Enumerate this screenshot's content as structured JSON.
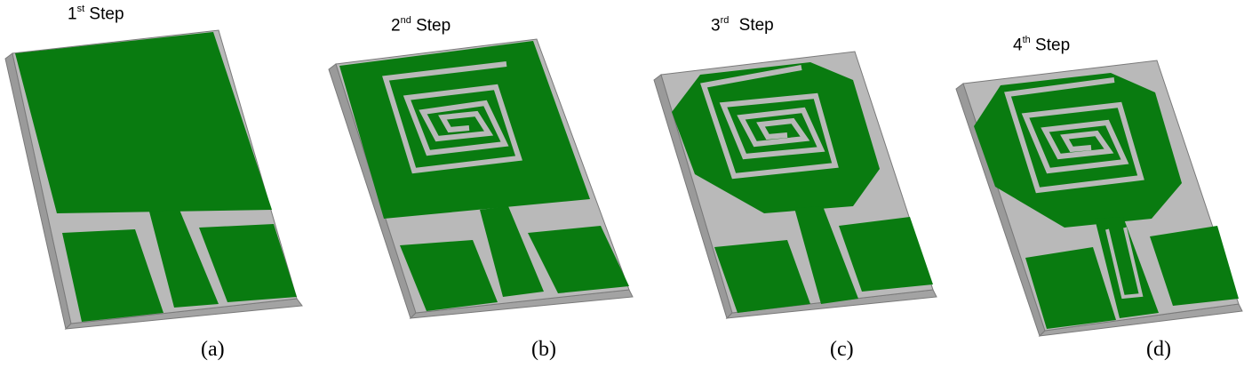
{
  "panels": [
    {
      "step_num": "1",
      "step_suffix": "st",
      "step_word": "Step",
      "caption": "(a)"
    },
    {
      "step_num": "2",
      "step_suffix": "nd",
      "step_word": "Step",
      "caption": "(b)"
    },
    {
      "step_num": "3",
      "step_suffix": "rd",
      "step_word": "Step",
      "caption": "(c)"
    },
    {
      "step_num": "4",
      "step_suffix": "th",
      "step_word": "Step",
      "caption": "(d)"
    }
  ],
  "colors": {
    "patch": "#097b10",
    "patch_edge": "#0b6f0e",
    "substrate_top": "#b9b9b9",
    "substrate_side": "#9a9a9a",
    "substrate_edge": "#7a7a7a"
  }
}
